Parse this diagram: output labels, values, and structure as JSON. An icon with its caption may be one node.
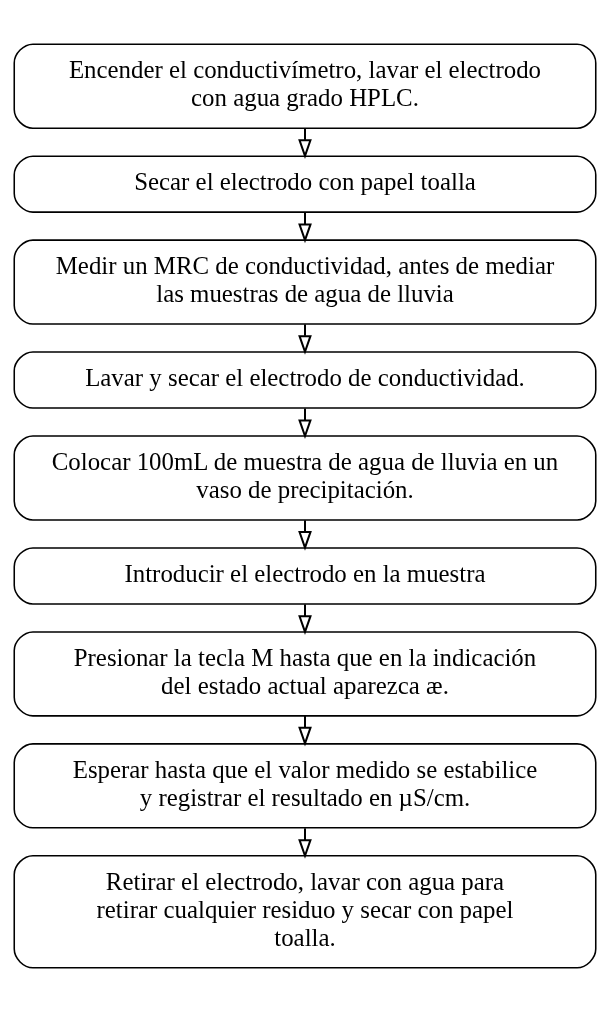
{
  "diagram": {
    "nodes": [
      {
        "text": [
          "Encender el conductivímetro, lavar el electrodo con agua grado HPLC."
        ]
      },
      {
        "text": [
          "Secar el electrodo con papel toalla"
        ]
      },
      {
        "text": [
          "Medir un MRC de conductividad, antes de mediar las muestras de agua de lluvia"
        ]
      },
      {
        "text": [
          "Lavar y secar el electrodo de conductividad."
        ]
      },
      {
        "text": [
          "Colocar 100mL de muestra de agua de lluvia en un vaso de precipitación."
        ]
      },
      {
        "text": [
          "Introducir el electrodo en la muestra"
        ]
      },
      {
        "text": [
          "Presionar la tecla M hasta que en la indicación del estado actual aparezca æ."
        ]
      },
      {
        "text": [
          "Esperar hasta que el valor medido se estabilice y registrar el resultado en µS/cm."
        ]
      },
      {
        "text": [
          "Retirar el electrodo, lavar con agua para retirar cualquier residuo y secar con papel toalla."
        ]
      }
    ],
    "edges": [
      {
        "from": 0,
        "to": 1,
        "arrow": "to"
      },
      {
        "from": 1,
        "to": 2,
        "arrow": "to"
      },
      {
        "from": 2,
        "to": 3,
        "arrow": "to"
      },
      {
        "from": 3,
        "to": 4,
        "arrow": "to"
      },
      {
        "from": 4,
        "to": 5,
        "arrow": "to"
      },
      {
        "from": 5,
        "to": 6,
        "arrow": "to"
      },
      {
        "from": 6,
        "to": 7,
        "arrow": "to"
      },
      {
        "from": 7,
        "to": 8,
        "arrow": "to"
      }
    ]
  }
}
